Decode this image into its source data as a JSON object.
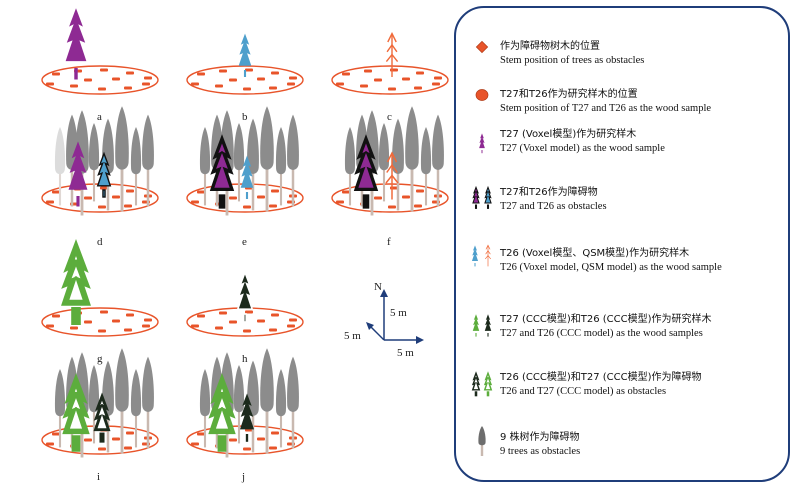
{
  "panels": [
    "a",
    "b",
    "c",
    "d",
    "e",
    "f",
    "g",
    "h",
    "i",
    "j"
  ],
  "compass": {
    "north": "N",
    "y_scale": "5 m",
    "x_scale": "5 m",
    "diag_scale": "5 m"
  },
  "legend": [
    {
      "zh": "作为障碍物树木的位置",
      "en": "Stem position of trees as obstacles",
      "icon": "diamond-marker-icon"
    },
    {
      "zh": "T27和T26作为研究样木的位置",
      "en": "Stem position of T27 and T26 as the wood sample",
      "icon": "ellipse-marker-icon"
    },
    {
      "zh": "T27 (Voxel模型)作为研究样木",
      "en": "T27 (Voxel model) as the wood sample",
      "icon": "purple-tree-icon"
    },
    {
      "zh": "T27和T26作为障碍物",
      "en": "T27 and T26 as obstacles",
      "icon": "purple-blue-tree-pair-icon"
    },
    {
      "zh": "T26 (Voxel模型、QSM模型)作为研究样木",
      "en": "T26 (Voxel model, QSM model) as the wood sample",
      "icon": "blue-orange-tree-pair-icon"
    },
    {
      "zh": "T27 (CCC模型)和T26 (CCC模型)作为研究样木",
      "en": "T27 and T26 (CCC model) as the wood samples",
      "icon": "green-dark-tree-pair-icon"
    },
    {
      "zh": "T26 (CCC模型)和T27 (CCC模型)作为障碍物",
      "en": "T26 and T27 (CCC model) as obstacles",
      "icon": "outline-tree-pair-icon"
    },
    {
      "zh": "9 株树作为障碍物",
      "en": "9 trees as obstacles",
      "icon": "gray-tree-icon"
    }
  ],
  "colors": {
    "ellipse": "#e8542a",
    "marker": "#e8542a",
    "purple": "#8e2a93",
    "blue": "#4e9fcc",
    "orange": "#f06a3a",
    "green": "#5cad3c",
    "dark": "#1c2a1c",
    "gray": "#8c8c8c",
    "border": "#1f3d7a"
  }
}
